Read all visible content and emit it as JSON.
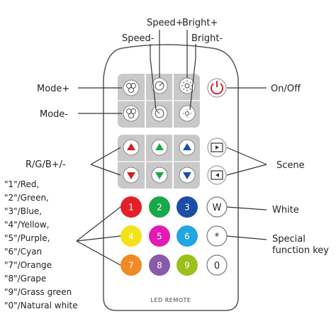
{
  "labels": {
    "speed_plus": "Speed+",
    "speed_minus": "Speed-",
    "bright_plus": "Bright+",
    "bright_minus": "Bright-",
    "mode_plus": "Mode+",
    "mode_minus": "Mode-",
    "on_off": "On/Off",
    "rgb": "R/G/B+/-",
    "scene": "Scene",
    "white": "White",
    "special_1": "Special",
    "special_2": "function key"
  },
  "legend": [
    "\"1\"/Red,",
    "\"2\"/Green,",
    "\"3\"/Blue,",
    "\"4\"/Yellow,",
    "\"5\"/Purple,",
    "\"6\"/Cyan",
    "\"7\"/Orange",
    "\"8\"/Grape",
    "\"9\"/Grass green",
    "\"0\"/Natural white"
  ],
  "buttons": {
    "color_keys": [
      {
        "label": "1",
        "color": "#e3202a"
      },
      {
        "label": "2",
        "color": "#1aa84a"
      },
      {
        "label": "3",
        "color": "#1c4fa3"
      },
      {
        "label": "4",
        "color": "#f3e21a"
      },
      {
        "label": "5",
        "color": "#e21bb4"
      },
      {
        "label": "6",
        "color": "#22a6e0"
      },
      {
        "label": "7",
        "color": "#f08a24"
      },
      {
        "label": "8",
        "color": "#8a5aa8"
      },
      {
        "label": "9",
        "color": "#9bc21c"
      }
    ],
    "white_key": "W",
    "special_key": "*",
    "zero_key": "0",
    "arrow_colors": {
      "red": "#d42027",
      "green": "#1aa84a",
      "blue": "#1c4fa3"
    },
    "power_color": "#d8262e"
  },
  "remote_label": "LED REMOTE"
}
